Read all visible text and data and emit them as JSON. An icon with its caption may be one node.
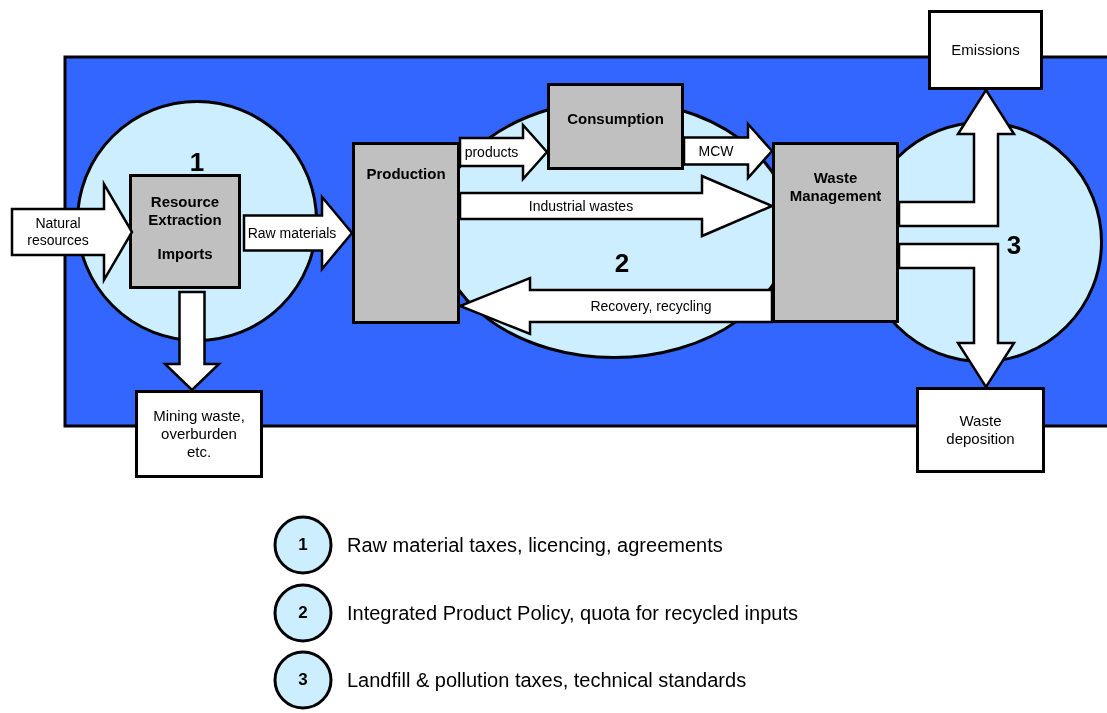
{
  "diagram": {
    "nodes": [
      {
        "text": [
          "1"
        ]
      },
      {
        "text": [
          "Resource Extraction",
          "Imports"
        ],
        "in": 0
      },
      {
        "text": [
          "Production"
        ]
      },
      {
        "text": [
          "2"
        ]
      },
      {
        "text": [
          "Consumption"
        ]
      },
      {
        "text": [
          "Waste Management"
        ]
      },
      {
        "text": [
          "3"
        ]
      },
      {
        "text": [
          "Emissions"
        ]
      },
      {
        "text": [
          "Waste deposition"
        ]
      },
      {
        "text": [
          "Mining waste, overburden etc."
        ]
      }
    ],
    "edges": [
      {
        "from": null,
        "to": 1,
        "arrow": "to",
        "label": "Natural resources"
      },
      {
        "from": 1,
        "to": 2,
        "arrow": "to",
        "label": "Raw materials"
      },
      {
        "from": 2,
        "to": 4,
        "arrow": "to",
        "label": "products"
      },
      {
        "from": 4,
        "to": 5,
        "arrow": "to",
        "label": "MCW"
      },
      {
        "from": 2,
        "to": 5,
        "arrow": "to",
        "label": "Industrial wastes"
      },
      {
        "from": 5,
        "to": 2,
        "arrow": "to",
        "label": "Recovery, recycling"
      },
      {
        "from": 5,
        "to": 7,
        "arrow": "to"
      },
      {
        "from": 5,
        "to": 8,
        "arrow": "to"
      },
      {
        "from": 1,
        "to": 9,
        "arrow": "to"
      }
    ],
    "labels": [
      "1",
      "2",
      "3"
    ],
    "legend": [
      {
        "text": "Raw material taxes, licencing, agreements",
        "color": "#cceeff"
      },
      {
        "text": "Integrated Product Policy, quota for recycled inputs",
        "color": "#cceeff"
      },
      {
        "text": "Landfill & pollution taxes, technical standards",
        "color": "#cceeff"
      }
    ]
  }
}
